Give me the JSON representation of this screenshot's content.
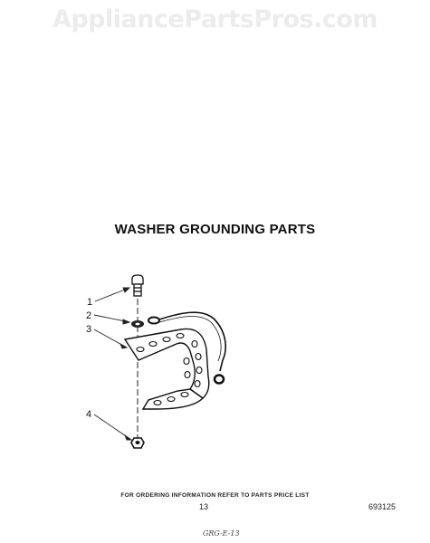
{
  "watermark": "AppliancePartsPros.com",
  "title": "WASHER GROUNDING PARTS",
  "callouts": [
    "1",
    "2",
    "3",
    "4"
  ],
  "footer": {
    "order_note": "FOR ORDERING INFORMATION REFER TO PARTS PRICE LIST",
    "page_number": "13",
    "part_code": "693125",
    "handwritten": "GRG-E-13"
  }
}
